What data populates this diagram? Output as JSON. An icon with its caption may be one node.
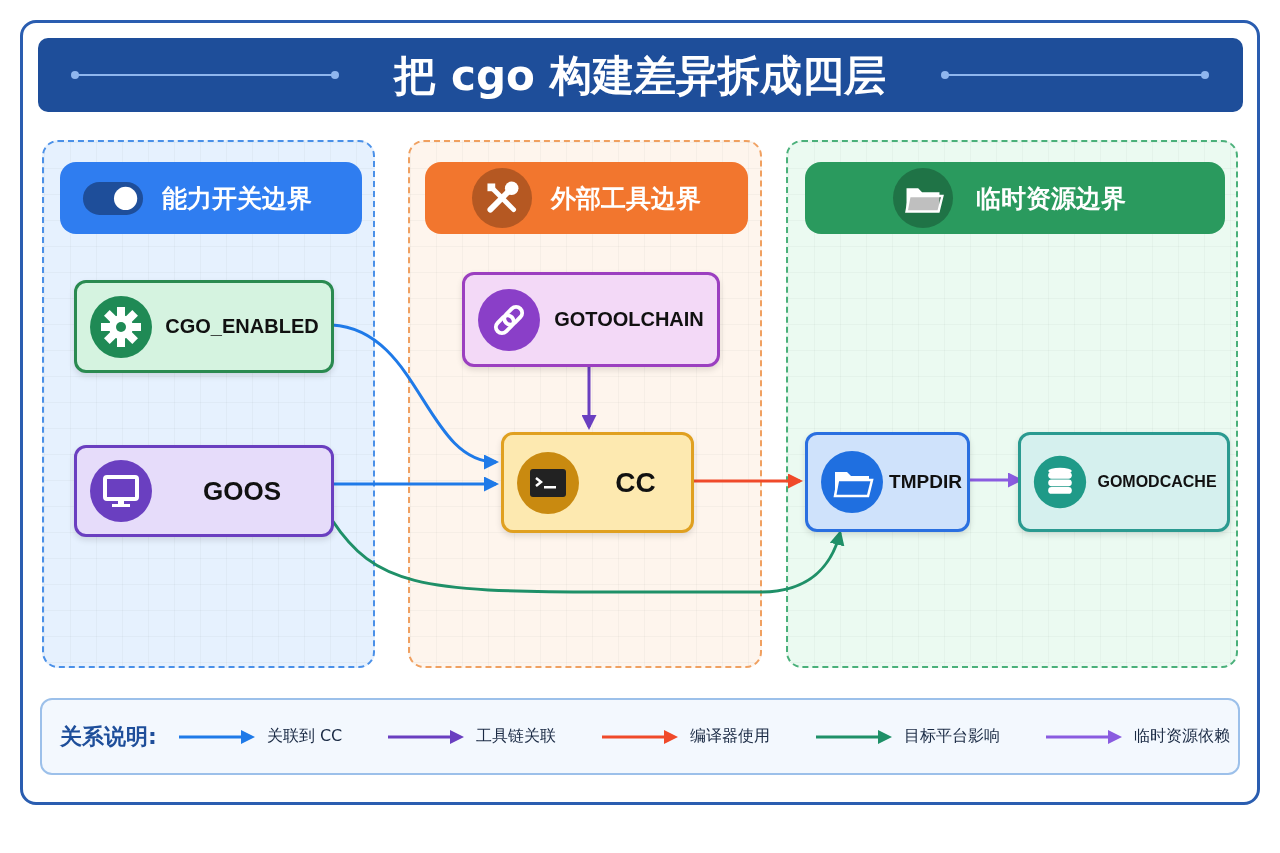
{
  "diagram": {
    "title": "把 cgo 构建差异拆成四层",
    "nodes": [
      {
        "text": [
          "能力开关边界"
        ]
      },
      {
        "text": [
          "CGO_ENABLED"
        ],
        "in": 0
      },
      {
        "text": [
          "GOOS"
        ],
        "in": 0
      },
      {
        "text": [
          "外部工具边界"
        ]
      },
      {
        "text": [
          "GOTOOLCHAIN"
        ],
        "in": 3
      },
      {
        "text": [
          "CC"
        ],
        "in": 3
      },
      {
        "text": [
          "临时资源边界"
        ]
      },
      {
        "text": [
          "TMPDIR"
        ],
        "in": 6
      },
      {
        "text": [
          "GOMODCACHE"
        ],
        "in": 6
      }
    ],
    "edges": [
      {
        "from": 1,
        "to": 5,
        "arrow": "to",
        "color": "#1f7ae8"
      },
      {
        "from": 2,
        "to": 5,
        "arrow": "to",
        "color": "#1f7ae8"
      },
      {
        "from": 4,
        "to": 5,
        "arrow": "to",
        "color": "#6a3fc0"
      },
      {
        "from": 5,
        "to": 7,
        "arrow": "to",
        "color": "#f04a2a"
      },
      {
        "from": 7,
        "to": 8,
        "arrow": "to",
        "color": "#8a5ce0"
      },
      {
        "from": 2,
        "to": 7,
        "arrow": "to",
        "color": "#1f9068"
      }
    ],
    "labels": [
      "关系说明:"
    ],
    "legend": [
      {
        "text": "关联到 CC",
        "color": "#1f7ae8"
      },
      {
        "text": "工具链关联",
        "color": "#6a3fc0"
      },
      {
        "text": "编译器使用",
        "color": "#f04a2a"
      },
      {
        "text": "目标平台影响",
        "color": "#1f9068"
      },
      {
        "text": "临时资源依赖",
        "color": "#8a5ce0"
      }
    ]
  }
}
